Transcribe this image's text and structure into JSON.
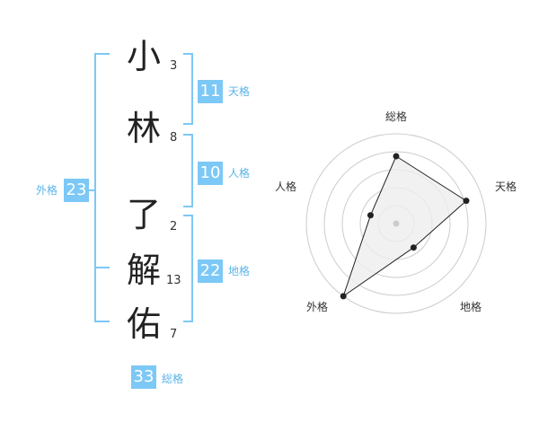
{
  "name": {
    "characters": [
      {
        "char": "小",
        "strokes": "3"
      },
      {
        "char": "林",
        "strokes": "8"
      },
      {
        "char": "了",
        "strokes": "2"
      },
      {
        "char": "解",
        "strokes": "13"
      },
      {
        "char": "佑",
        "strokes": "7"
      }
    ]
  },
  "fortunes": {
    "tenkaku": {
      "value": "11",
      "label": "天格"
    },
    "jinkaku": {
      "value": "10",
      "label": "人格"
    },
    "chikaku": {
      "value": "22",
      "label": "地格"
    },
    "gaikaku": {
      "value": "23",
      "label": "外格"
    },
    "soukaku": {
      "value": "33",
      "label": "総格"
    }
  },
  "radar": {
    "labels": [
      "総格",
      "天格",
      "地格",
      "外格",
      "人格"
    ],
    "values": [
      0.75,
      0.82,
      0.33,
      1.0,
      0.3
    ],
    "line_color": "#222222",
    "fill_color": "#eeeeee",
    "ring_color": "#cccccc"
  },
  "colors": {
    "accent": "#7cc8f6",
    "bracket": "#7cc8f6",
    "label": "#5ab4e8"
  }
}
